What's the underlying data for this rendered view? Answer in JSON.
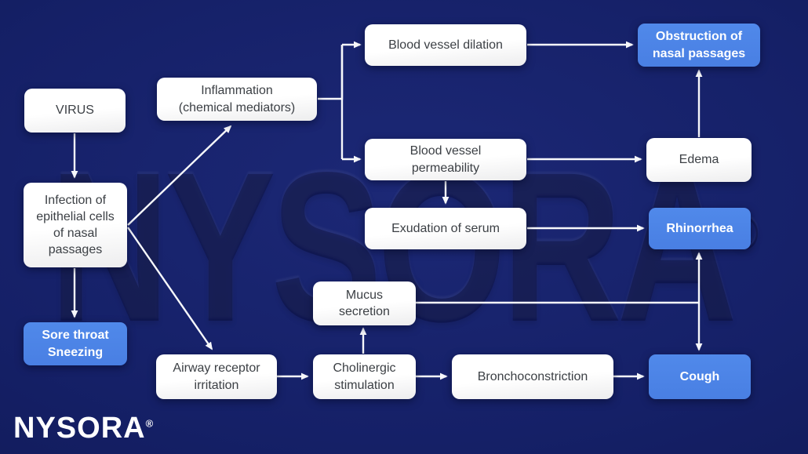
{
  "colors": {
    "background": "#152067",
    "accent_blue": "#4a86e8",
    "box_white": "#ffffff",
    "arrow": "#f7f8fb",
    "box_text": "#3c4045"
  },
  "watermark": {
    "text": "NYSORA",
    "registered": "®"
  },
  "logo": {
    "text": "NYSORA",
    "registered": "®"
  },
  "nodes": {
    "virus": {
      "label": "VIRUS"
    },
    "infection": {
      "label": "Infection of\nepithelial cells\nof nasal\npassages"
    },
    "sore_throat": {
      "label": "Sore throat\nSneezing"
    },
    "inflammation": {
      "label": "Inflammation\n(chemical mediators)"
    },
    "blood_vessel_dilation": {
      "label": "Blood vessel dilation"
    },
    "obstruction": {
      "label": "Obstruction of\nnasal passages"
    },
    "blood_vessel_permeability": {
      "label": "Blood vessel\npermeability"
    },
    "edema": {
      "label": "Edema"
    },
    "exudation": {
      "label": "Exudation of serum"
    },
    "rhinorrhea": {
      "label": "Rhinorrhea"
    },
    "mucus_secretion": {
      "label": "Mucus\nsecretion"
    },
    "airway_receptor": {
      "label": "Airway receptor\nirritation"
    },
    "cholinergic": {
      "label": "Cholinergic\nstimulation"
    },
    "bronchoconstriction": {
      "label": "Bronchoconstriction"
    },
    "cough": {
      "label": "Cough"
    }
  }
}
